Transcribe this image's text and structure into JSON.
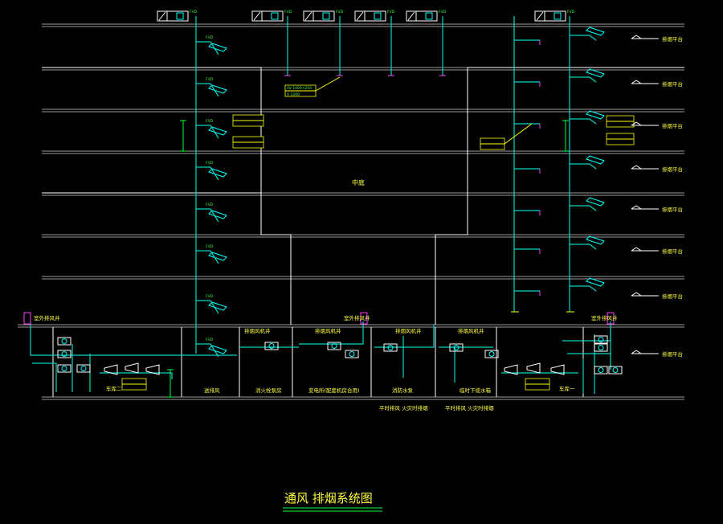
{
  "drawing": {
    "title": "通风 排烟系统图",
    "atrium_label": "中庭",
    "outdoor_shaft_label": "室外排风井",
    "supply_shaft_label": "排烟风机井",
    "floor_tag": "排烟平台",
    "room_labels": [
      "车库二",
      "送排风",
      "消火栓泵房",
      "变电所(配套机房合用)",
      "消防水泵",
      "临时下缆水箱",
      "车库一"
    ],
    "notes": [
      "平时排风 火灾时排烟",
      "平时排风 火灾时排烟"
    ],
    "valve_tag": "FVD",
    "spec_box": {
      "r1": "AV 1000×250",
      "r2": "V 1200"
    }
  }
}
